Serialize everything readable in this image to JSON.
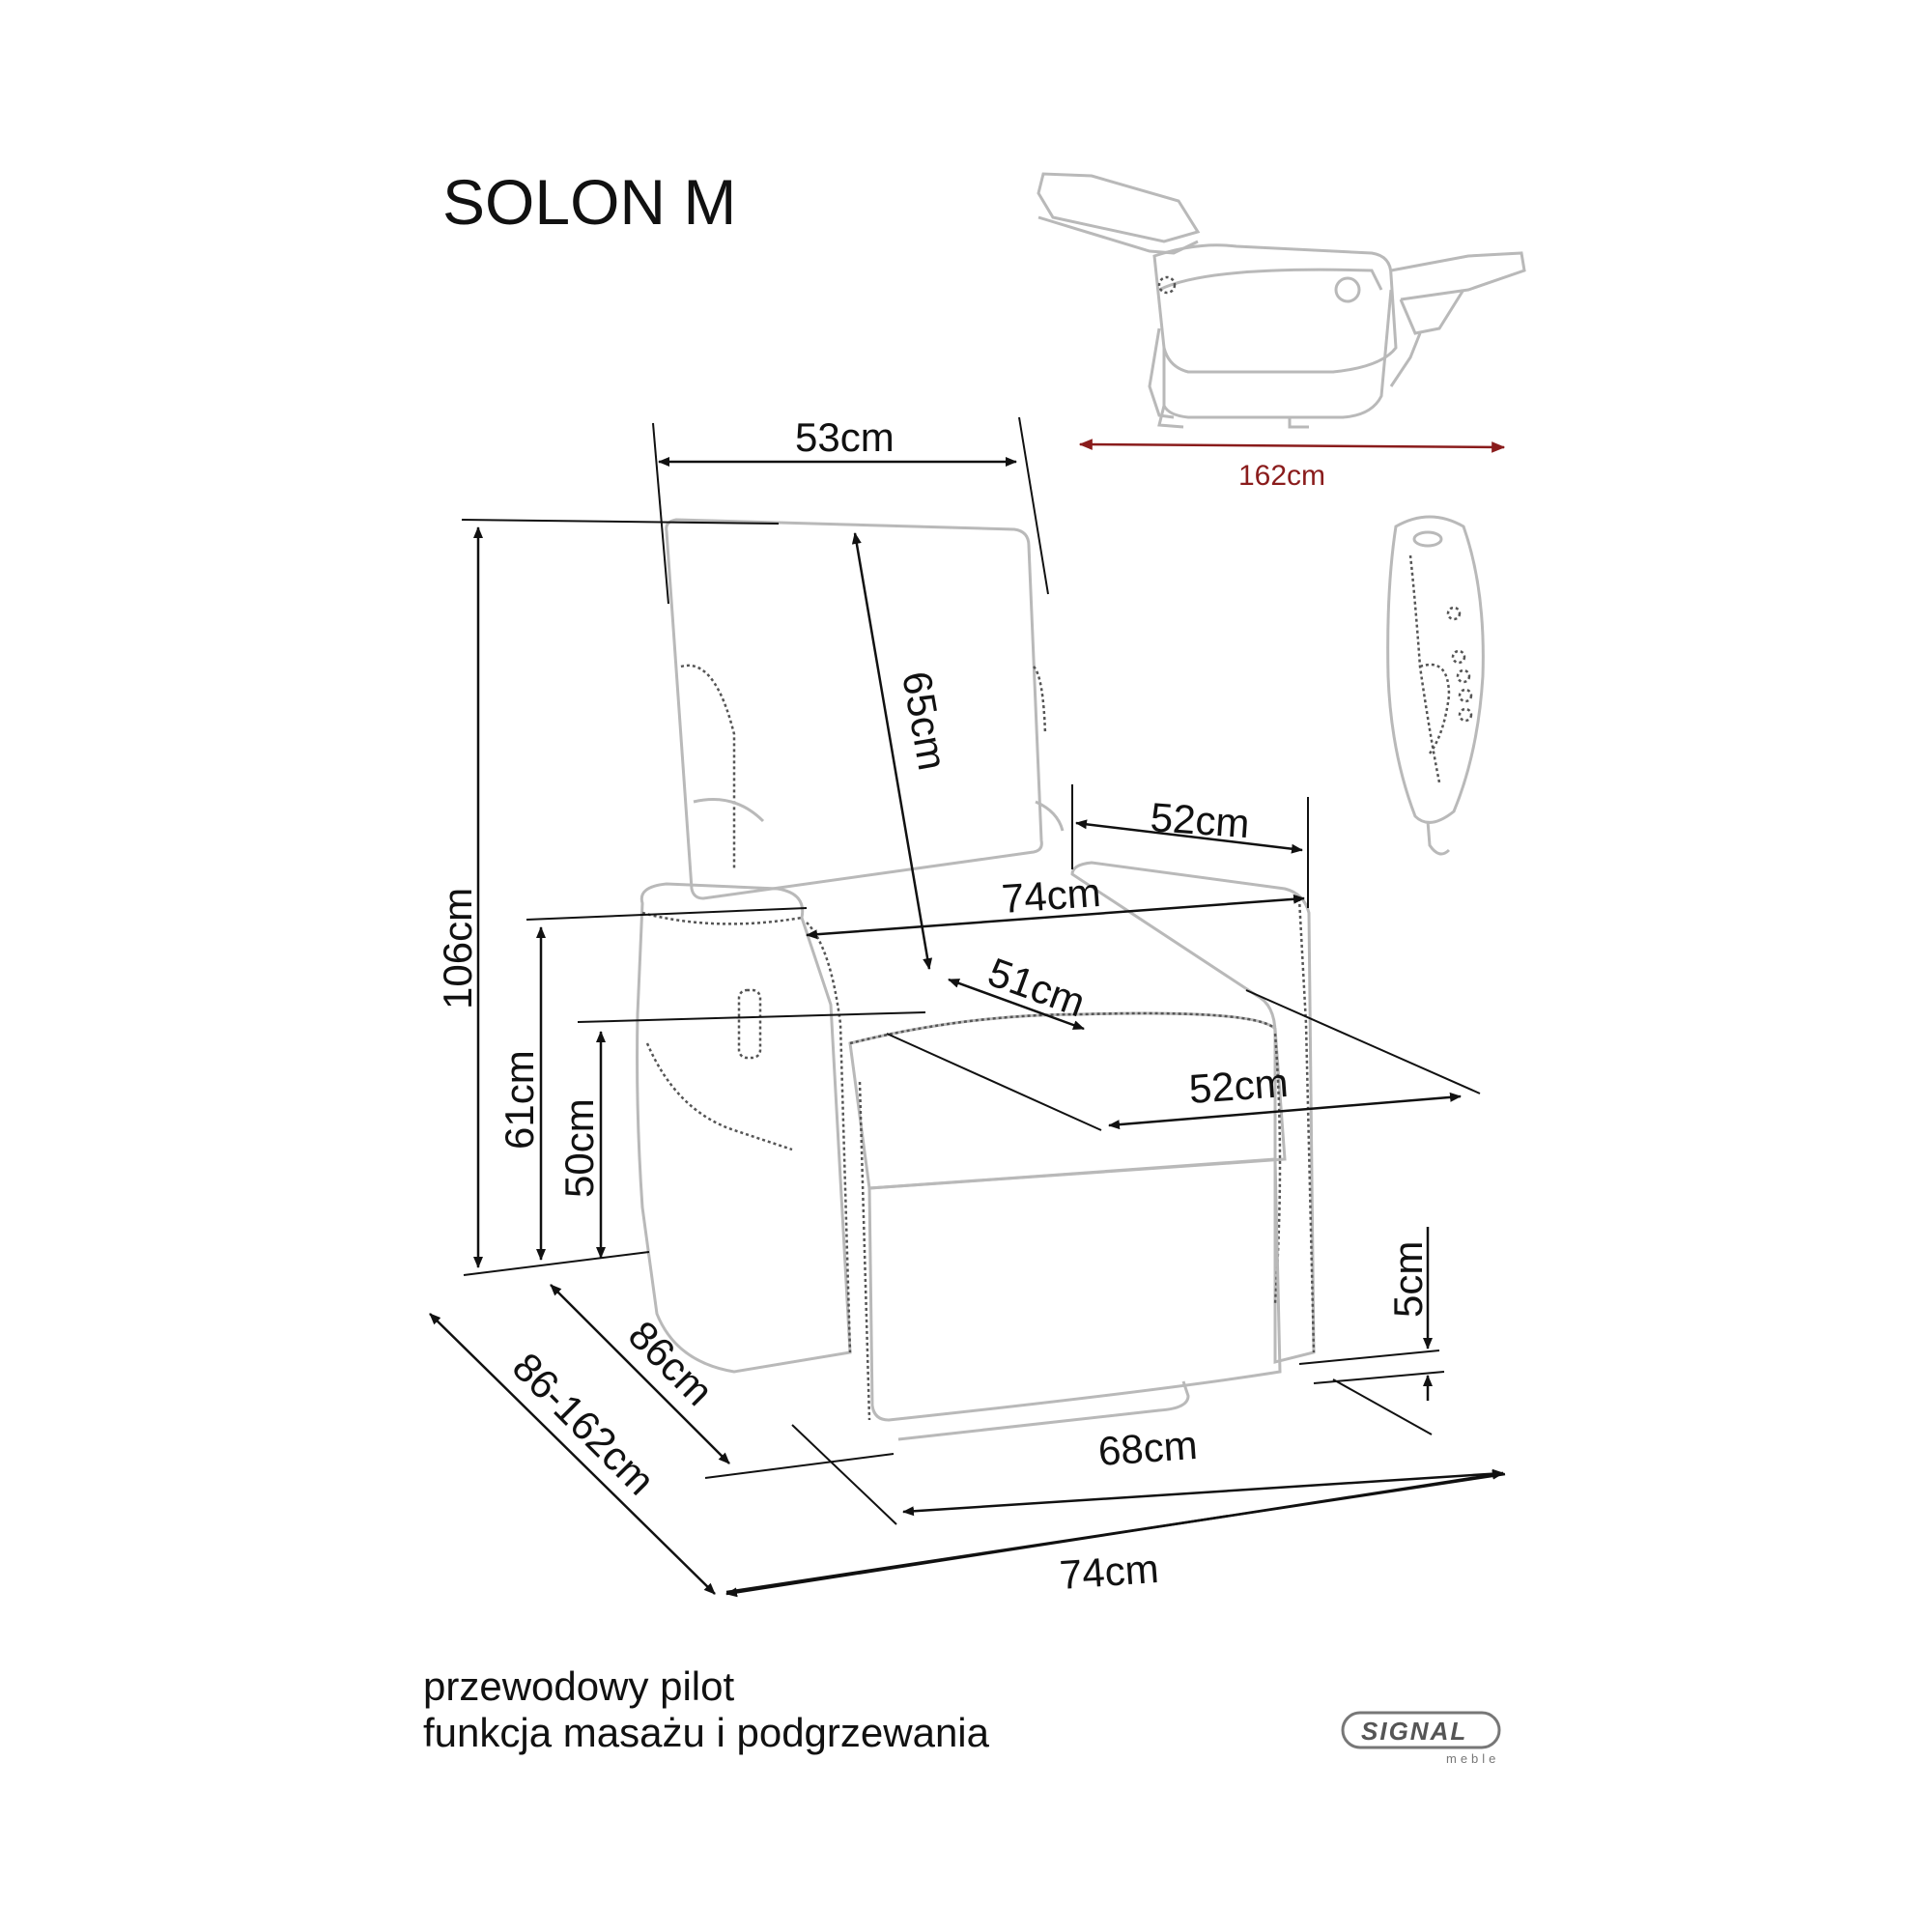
{
  "title": "SOLON M",
  "dimensions": {
    "backrest_width": "53cm",
    "backrest_height": "65cm",
    "total_height": "106cm",
    "armrest_height": "61cm",
    "seat_height": "50cm",
    "armrest_depth": "52cm",
    "width_top": "74cm",
    "seat_depth": "51cm",
    "seat_width": "52cm",
    "ground_clearance": "5cm",
    "depth": "86cm",
    "depth_range": "86-162cm",
    "base_width": "68cm",
    "total_width": "74cm",
    "reclined_length": "162cm"
  },
  "notes": [
    "przewodowy pilot",
    "funkcja masażu i podgrzewania"
  ],
  "logo": {
    "name": "SIGNAL",
    "sub": "meble"
  },
  "colors": {
    "dimension_line": "#111111",
    "sketch": "#b9b9b9",
    "reclined_arrow": "#8a1c1c"
  }
}
